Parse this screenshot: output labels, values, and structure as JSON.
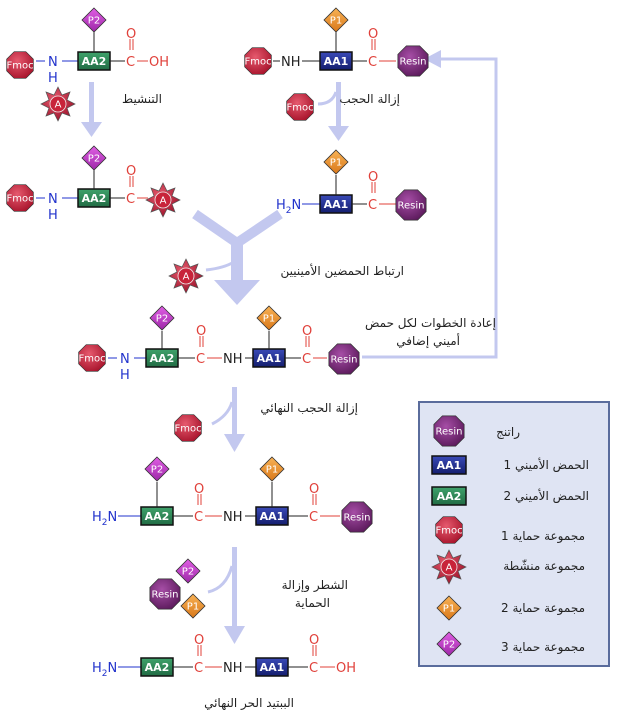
{
  "labels": {
    "resin": "Resin",
    "fmoc": "Fmoc",
    "aa1": "AA1",
    "aa2": "AA2",
    "p1": "P1",
    "p2": "P2",
    "activator": "A",
    "nh": "NH",
    "n": "N",
    "h": "H",
    "h2": "H",
    "h2_sub": "2",
    "h2n_n": "N",
    "c": "C",
    "o": "O",
    "oh": "OH",
    "o_dash": "—",
    "steps": {
      "deprotect": "إزالة الحجب",
      "activate": "التنشيط",
      "couple": "ارتباط الحمضين الأمينيين",
      "repeat_line1": "إعادة الخطوات لكل حمض",
      "repeat_line2": "أميني إضافي",
      "final_deprotect": "إزالة الحجب النهائي",
      "cleave_line1": "الشطر وإزالة",
      "cleave_line2": "الحماية",
      "final_peptide": "الببتيد الحر النهائي"
    }
  },
  "legend": {
    "items": [
      {
        "icon": "resin",
        "badge": "Resin",
        "text": "راتنج"
      },
      {
        "icon": "aa1",
        "badge": "AA1",
        "text": "الحمض الأميني 1"
      },
      {
        "icon": "aa2",
        "badge": "AA2",
        "text": "الحمض الأميني 2"
      },
      {
        "icon": "fmoc",
        "badge": "Fmoc",
        "text": "مجموعة حماية 1"
      },
      {
        "icon": "activator",
        "badge": "A",
        "text": "مجموعة منشّطة"
      },
      {
        "icon": "p1",
        "badge": "P1",
        "text": "مجموعة حماية 2"
      },
      {
        "icon": "p2",
        "badge": "P2",
        "text": "مجموعة حماية 3"
      }
    ]
  },
  "colors": {
    "arrow": "#c3c8ef",
    "aa1": "#1e2a8c",
    "aa2": "#2f8a5a",
    "fmoc": "#c8243a",
    "resin": "#7a2a7a",
    "p1": "#e8902a",
    "p2": "#c53fc9",
    "activator": "#c8243a",
    "legend_bg": "#dfe4f3",
    "legend_border": "#5a6c9c",
    "blue_text": "#2233cc",
    "red_text": "#e0403a"
  }
}
